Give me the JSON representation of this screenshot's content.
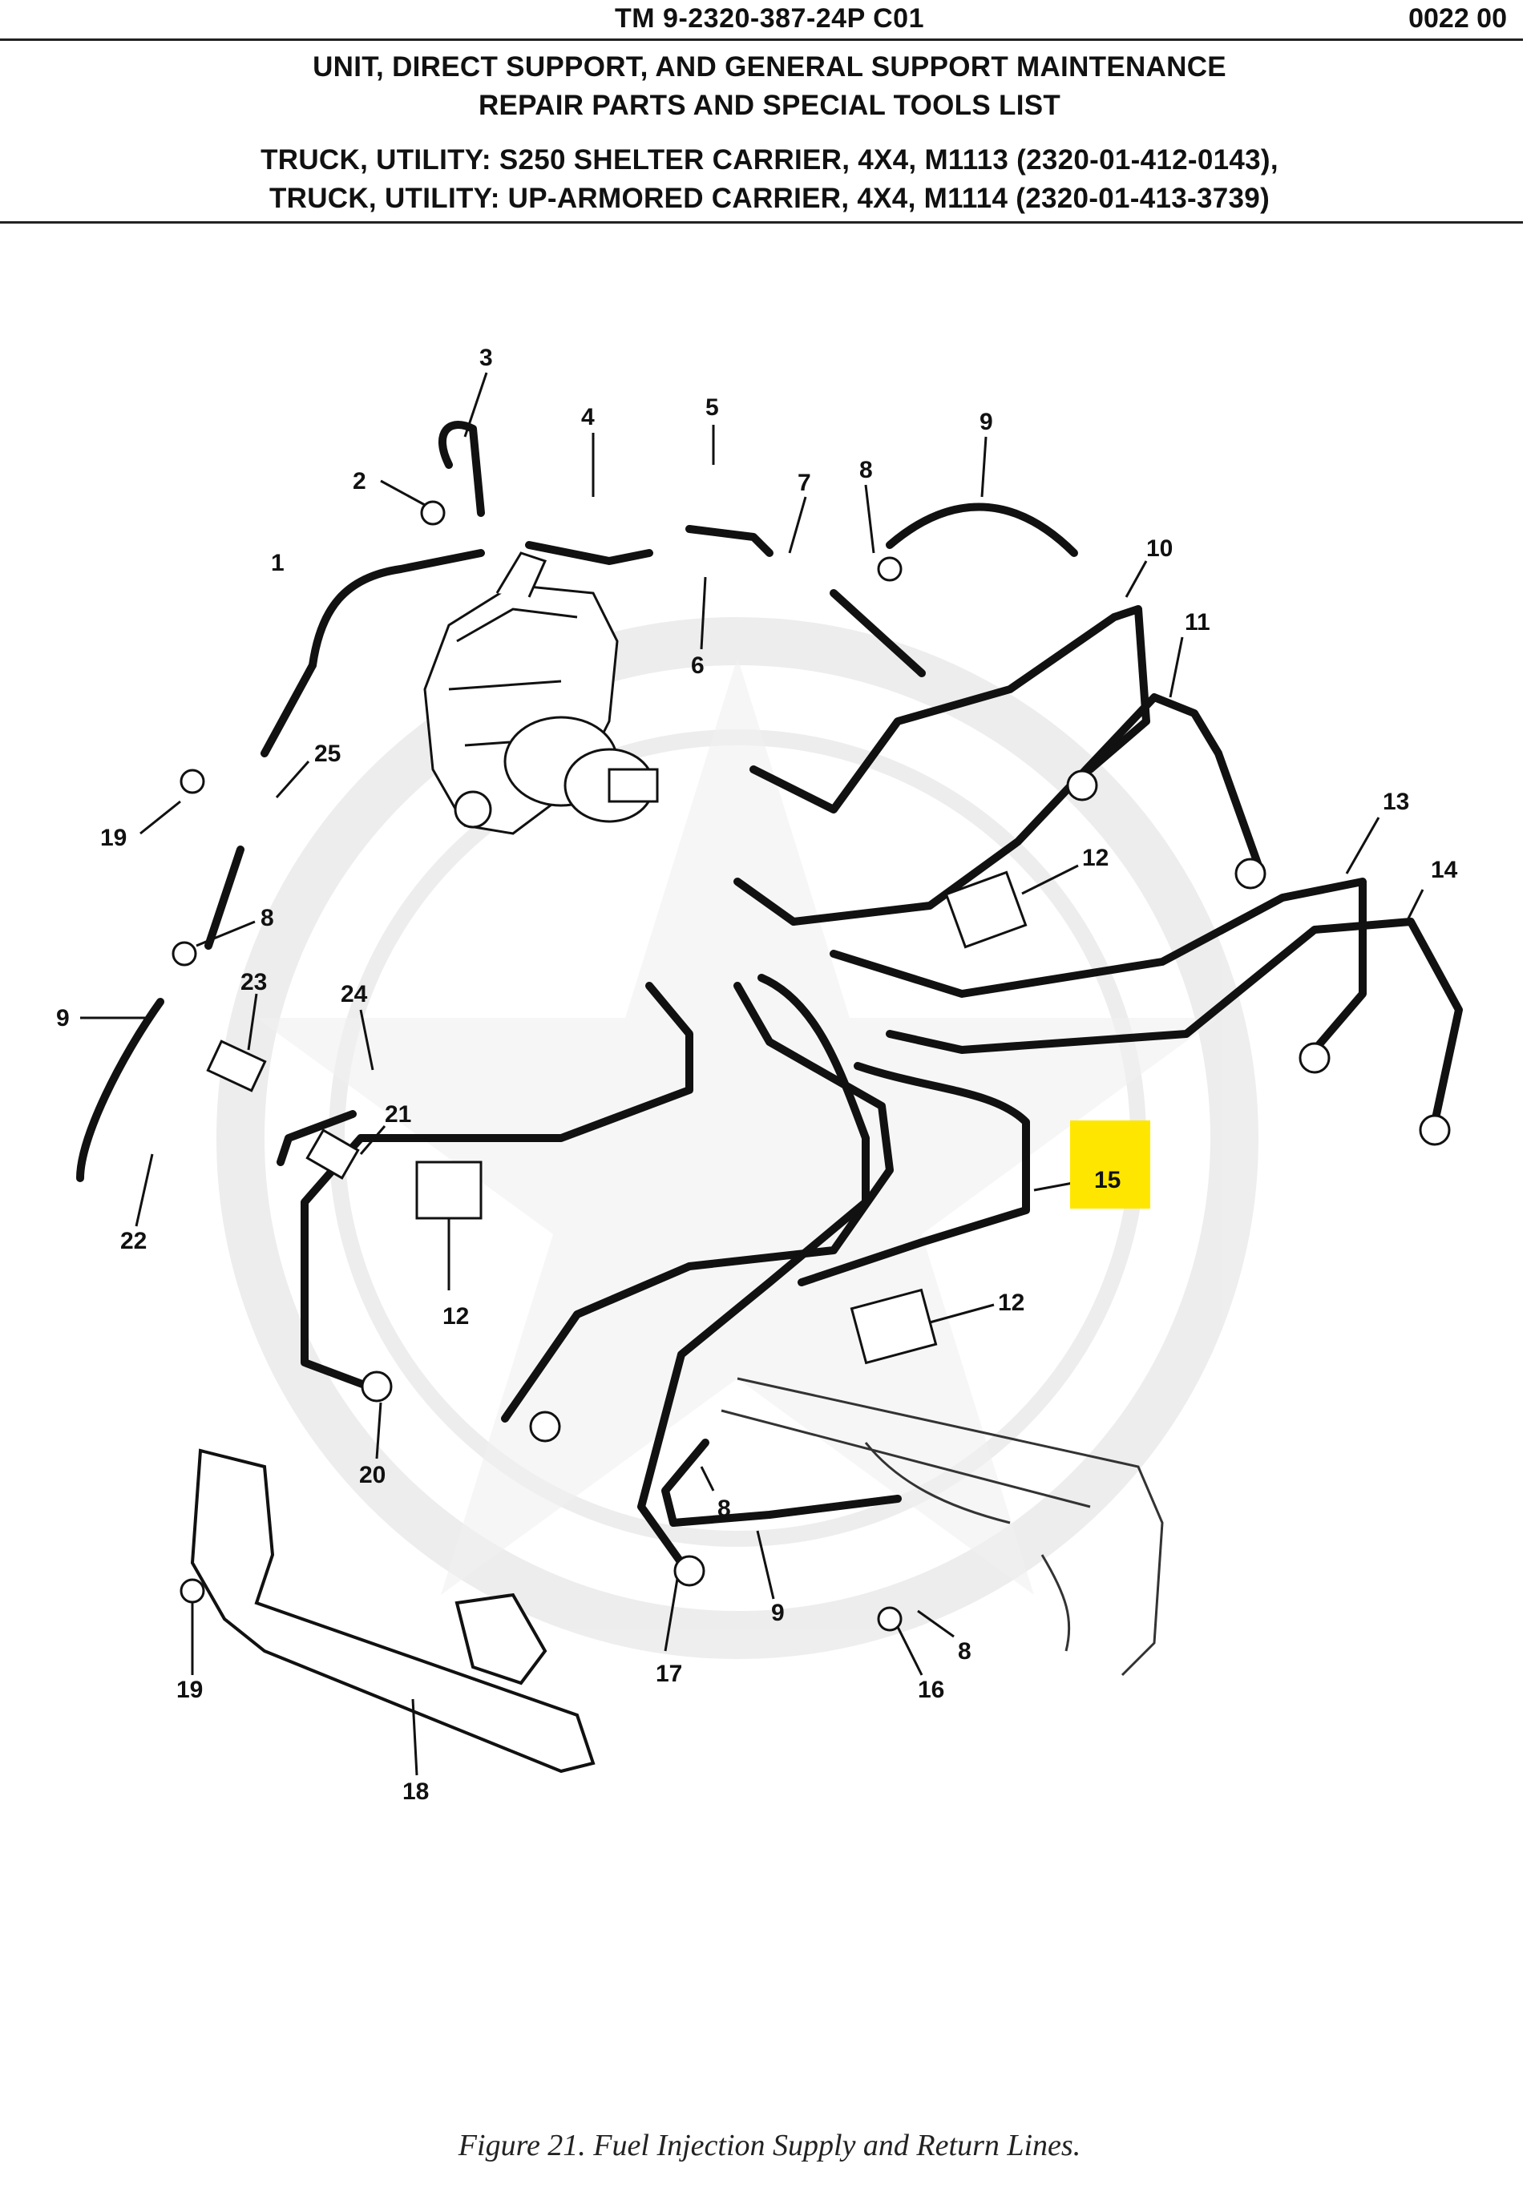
{
  "header": {
    "tm_number": "TM 9-2320-387-24P  C01",
    "wp_number": "0022 00",
    "title_lines": [
      "UNIT, DIRECT SUPPORT, AND GENERAL SUPPORT MAINTENANCE",
      "REPAIR PARTS AND SPECIAL TOOLS LIST",
      "TRUCK, UTILITY: S250 SHELTER CARRIER, 4X4, M1113 (2320-01-412-0143),",
      "TRUCK, UTILITY: UP-ARMORED CARRIER, 4X4, M1114 (2320-01-413-3739)"
    ]
  },
  "diagram": {
    "highlighted_callout": "15",
    "highlight_color": "#ffe600",
    "callouts": [
      {
        "id": "c1",
        "label": "1"
      },
      {
        "id": "c2",
        "label": "2"
      },
      {
        "id": "c3",
        "label": "3"
      },
      {
        "id": "c4",
        "label": "4"
      },
      {
        "id": "c5",
        "label": "5"
      },
      {
        "id": "c6",
        "label": "6"
      },
      {
        "id": "c7",
        "label": "7"
      },
      {
        "id": "c8a",
        "label": "8"
      },
      {
        "id": "c9a",
        "label": "9"
      },
      {
        "id": "c10",
        "label": "10"
      },
      {
        "id": "c11",
        "label": "11"
      },
      {
        "id": "c12a",
        "label": "12"
      },
      {
        "id": "c13",
        "label": "13"
      },
      {
        "id": "c14",
        "label": "14"
      },
      {
        "id": "c15",
        "label": "15"
      },
      {
        "id": "c19a",
        "label": "19"
      },
      {
        "id": "c25",
        "label": "25"
      },
      {
        "id": "c8b",
        "label": "8"
      },
      {
        "id": "c9b",
        "label": "9"
      },
      {
        "id": "c23",
        "label": "23"
      },
      {
        "id": "c24",
        "label": "24"
      },
      {
        "id": "c21",
        "label": "21"
      },
      {
        "id": "c22",
        "label": "22"
      },
      {
        "id": "c12b",
        "label": "12"
      },
      {
        "id": "c12c",
        "label": "12"
      },
      {
        "id": "c20",
        "label": "20"
      },
      {
        "id": "c8c",
        "label": "8"
      },
      {
        "id": "c9c",
        "label": "9"
      },
      {
        "id": "c8d",
        "label": "8"
      },
      {
        "id": "c16",
        "label": "16"
      },
      {
        "id": "c17",
        "label": "17"
      },
      {
        "id": "c19b",
        "label": "19"
      },
      {
        "id": "c18",
        "label": "18"
      }
    ]
  },
  "caption": "Figure 21.  Fuel Injection Supply and Return Lines."
}
